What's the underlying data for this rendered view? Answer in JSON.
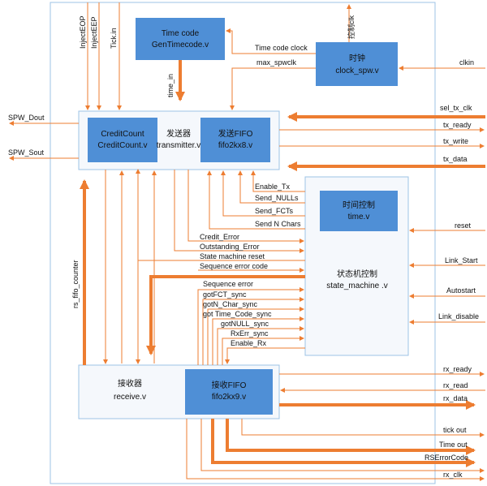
{
  "blocks": {
    "timecode": {
      "line1": "Time code",
      "line2": "GenTimecode.v"
    },
    "clock": {
      "line1": "时钟",
      "line2": "clock_spw.v"
    },
    "credit": {
      "line1": "CreditCount",
      "line2": "CreditCount.v"
    },
    "transmitter": {
      "line1": "发送器",
      "line2": "transmitter.v"
    },
    "fifo_tx": {
      "line1": "发送FIFO",
      "line2": "fifo2kx8.v"
    },
    "time_ctrl": {
      "line1": "时间控制",
      "line2": "time.v"
    },
    "state_machine": {
      "line1": "状态机控制",
      "line2": "state_machine .v"
    },
    "receiver": {
      "line1": "接收器",
      "line2": "receive.v"
    },
    "fifo_rx": {
      "line1": "接收FIFO",
      "line2": "fifo2kx9.v"
    }
  },
  "signals": {
    "inject_eop": "InjectEOP",
    "inject_eep": "InjectEEP",
    "tick_in": "Tick.in",
    "ctrl_clk": "控制clk",
    "time_code_clock": "Time code clock",
    "max_spwclk": "max_spwclk",
    "clkin": "clkin",
    "time_in": "time_in",
    "spw_dout": "SPW_Dout",
    "spw_sout": "SPW_Sout",
    "sel_tx_clk": "sel_tx_clk",
    "tx_ready": "tx_ready",
    "tx_write": "tx_write",
    "tx_data": "tx_data",
    "enable_tx": "Enable_Tx",
    "send_nulls": "Send_NULLs",
    "send_fcts": "Send_FCTs",
    "send_n_chars": "Send N Chars",
    "reset": "reset",
    "credit_error": "Credit_Error",
    "outstanding_error": "Outstanding_Error",
    "state_machine_reset": "State machine reset",
    "sequence_error_code": "Sequence error code",
    "link_start": "Link_Start",
    "sequence_error": "Sequence error",
    "gotfct_sync": "gotFCT_sync",
    "autostart": "Autostart",
    "gotn_char_sync": "gotN_Char_sync",
    "got_time_code_sync": "got Time_Code_sync",
    "link_disable": "Link_disable",
    "gotnull_sync": "gotNULL_sync",
    "rxerr_sync": "RxErr_sync",
    "enable_rx": "Enable_Rx",
    "rs_fifo_counter": "rs_fifo_counter",
    "rx_ready": "rx_ready",
    "rx_read": "rx_read",
    "rx_data": "rx_data",
    "tick_out": "tick out",
    "time_out": "Time out",
    "rserrorcode": "RSErrorCode",
    "rx_clk": "rx_clk"
  },
  "colors": {
    "arrow": "#ED7D31",
    "block_fill": "#4F8FD6",
    "frame": "#9DC3E6",
    "container_fill": "#F5F8FC"
  }
}
